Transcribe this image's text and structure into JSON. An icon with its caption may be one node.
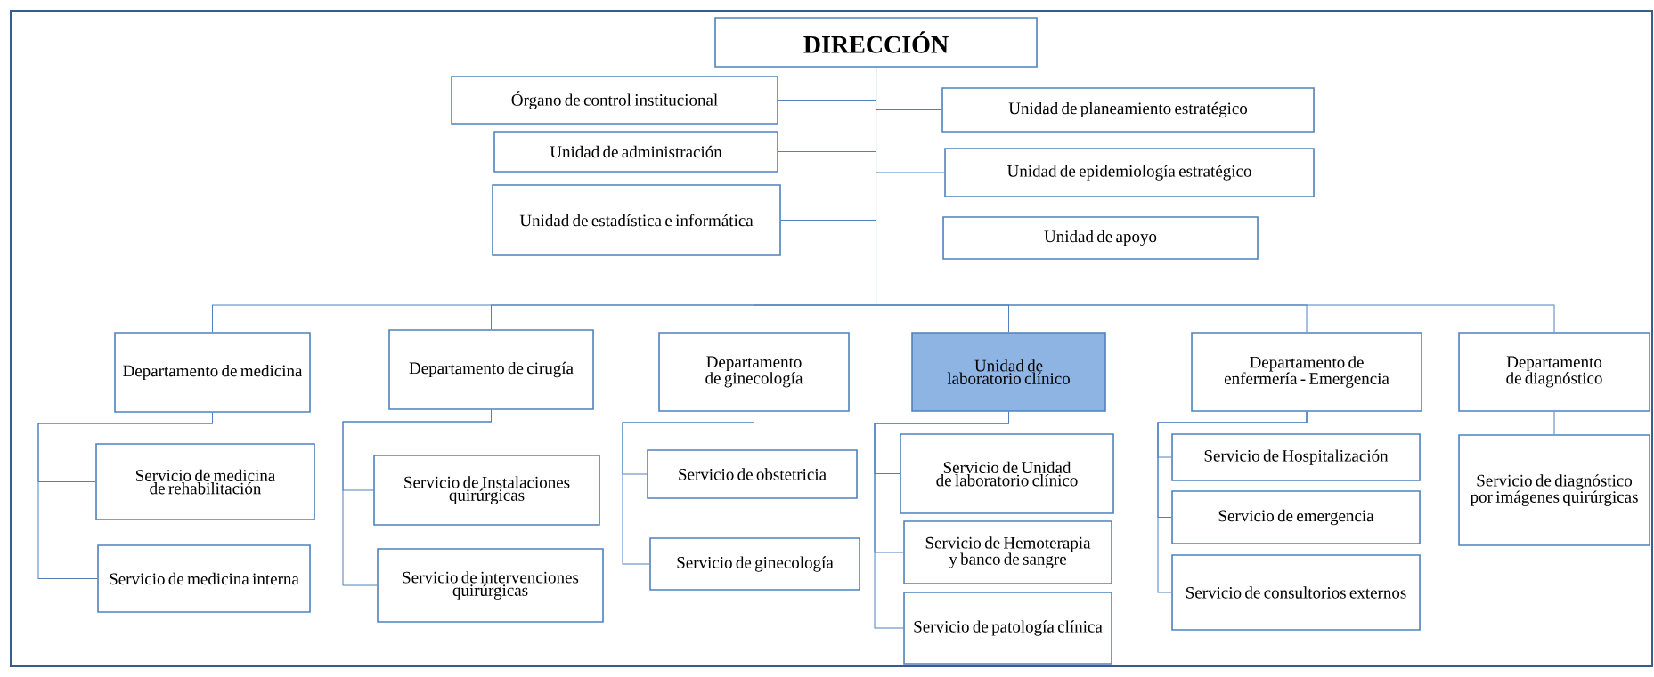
{
  "diagram": {
    "nodes": [
      {
        "text": [
          "DIRECCIÓN"
        ]
      },
      {
        "text": [
          "Órgano de control institucional"
        ]
      },
      {
        "text": [
          "Unidad de planeamiento estratégico"
        ]
      },
      {
        "text": [
          "Unidad de administración"
        ]
      },
      {
        "text": [
          "Unidad de epidemiología estratégico"
        ]
      },
      {
        "text": [
          "Unidad de estadística e informática"
        ]
      },
      {
        "text": [
          "Unidad de apoyo"
        ]
      },
      {
        "text": [
          "Departamento de medicina"
        ]
      },
      {
        "text": [
          "Departamento de cirugía"
        ]
      },
      {
        "text": [
          "Departamento de ginecología"
        ]
      },
      {
        "text": [
          "Unidad de laboratorio clínico"
        ]
      },
      {
        "text": [
          "Departamento de enfermería - Emergencia"
        ]
      },
      {
        "text": [
          "Departamento de diagnóstico"
        ]
      },
      {
        "text": [
          "Servicio de medicina de rehabilitación"
        ]
      },
      {
        "text": [
          "Servicio de medicina interna"
        ]
      },
      {
        "text": [
          "Servicio de Instalaciones quirúrgicas"
        ]
      },
      {
        "text": [
          "Servicio de intervenciones quirúrgicas"
        ]
      },
      {
        "text": [
          "Servicio de obstetricia"
        ]
      },
      {
        "text": [
          "Servicio de ginecología"
        ]
      },
      {
        "text": [
          "Servicio de Unidad de laboratorio clínico"
        ]
      },
      {
        "text": [
          "Servicio de Hemoterapia y banco de sangre"
        ]
      },
      {
        "text": [
          "Servicio de patología clínica"
        ]
      },
      {
        "text": [
          "Servicio de Hospitalización"
        ]
      },
      {
        "text": [
          "Servicio de emergencia"
        ]
      },
      {
        "text": [
          "Servicio de consultorios externos"
        ]
      },
      {
        "text": [
          "Servicio de diagnóstico por imágenes quirúrgicas"
        ]
      }
    ],
    "edges": [
      {
        "from": 0,
        "to": 1,
        "arrow": "none"
      },
      {
        "from": 0,
        "to": 2,
        "arrow": "none"
      },
      {
        "from": 0,
        "to": 3,
        "arrow": "none"
      },
      {
        "from": 0,
        "to": 4,
        "arrow": "none"
      },
      {
        "from": 0,
        "to": 5,
        "arrow": "none"
      },
      {
        "from": 0,
        "to": 6,
        "arrow": "none"
      },
      {
        "from": 0,
        "to": 7,
        "arrow": "none"
      },
      {
        "from": 0,
        "to": 8,
        "arrow": "none"
      },
      {
        "from": 0,
        "to": 9,
        "arrow": "none"
      },
      {
        "from": 0,
        "to": 10,
        "arrow": "none"
      },
      {
        "from": 0,
        "to": 11,
        "arrow": "none"
      },
      {
        "from": 0,
        "to": 12,
        "arrow": "none"
      },
      {
        "from": 7,
        "to": 13,
        "arrow": "none"
      },
      {
        "from": 7,
        "to": 14,
        "arrow": "none"
      },
      {
        "from": 8,
        "to": 15,
        "arrow": "none"
      },
      {
        "from": 8,
        "to": 16,
        "arrow": "none"
      },
      {
        "from": 9,
        "to": 17,
        "arrow": "none"
      },
      {
        "from": 9,
        "to": 18,
        "arrow": "none"
      },
      {
        "from": 10,
        "to": 19,
        "arrow": "none"
      },
      {
        "from": 10,
        "to": 20,
        "arrow": "none"
      },
      {
        "from": 10,
        "to": 21,
        "arrow": "none"
      },
      {
        "from": 11,
        "to": 22,
        "arrow": "none"
      },
      {
        "from": 11,
        "to": 23,
        "arrow": "none"
      },
      {
        "from": 11,
        "to": 24,
        "arrow": "none"
      },
      {
        "from": 12,
        "to": 25,
        "arrow": "none"
      }
    ]
  }
}
